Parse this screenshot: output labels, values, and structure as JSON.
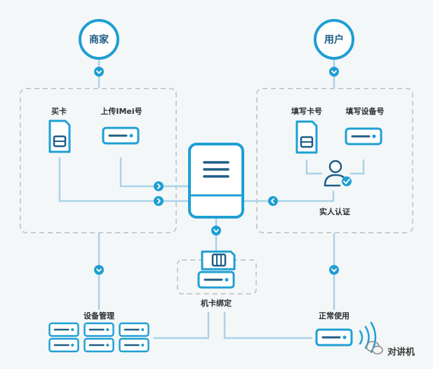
{
  "nodes": {
    "merchant": "商家",
    "user": "用户",
    "buy_card": "买卡",
    "upload_imei": "上传IMei号",
    "fill_card_no": "填写卡号",
    "fill_device_no": "填写设备号",
    "real_name_auth": "实人认证",
    "card_binding": "机卡绑定",
    "device_management": "设备管理",
    "normal_use": "正常使用"
  },
  "watermark": "对讲机",
  "colors": {
    "primary": "#1f9fd3",
    "dark": "#1f5e86",
    "line": "#a9d3e6",
    "dash": "#c9cccf"
  }
}
